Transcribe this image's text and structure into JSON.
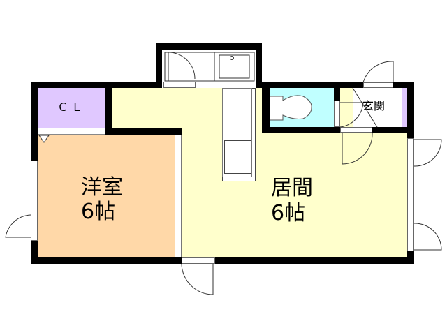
{
  "floorplan": {
    "rooms": {
      "closet": {
        "label": "ＣＬ",
        "color": "#e0c8ff"
      },
      "western_room": {
        "name": "洋室",
        "size": "6帖",
        "color": "#ffd8a8"
      },
      "living": {
        "name": "居間",
        "size": "6帖",
        "color": "#ffffcc"
      },
      "toilet": {
        "color": "#c0ffff"
      },
      "entrance": {
        "label": "玄関",
        "color": "#ffffff"
      },
      "bath": {
        "color": "#ffffff"
      }
    },
    "colors": {
      "wall": "#000000",
      "closet_strip": "#e0c8ff",
      "line": "#333333"
    }
  }
}
